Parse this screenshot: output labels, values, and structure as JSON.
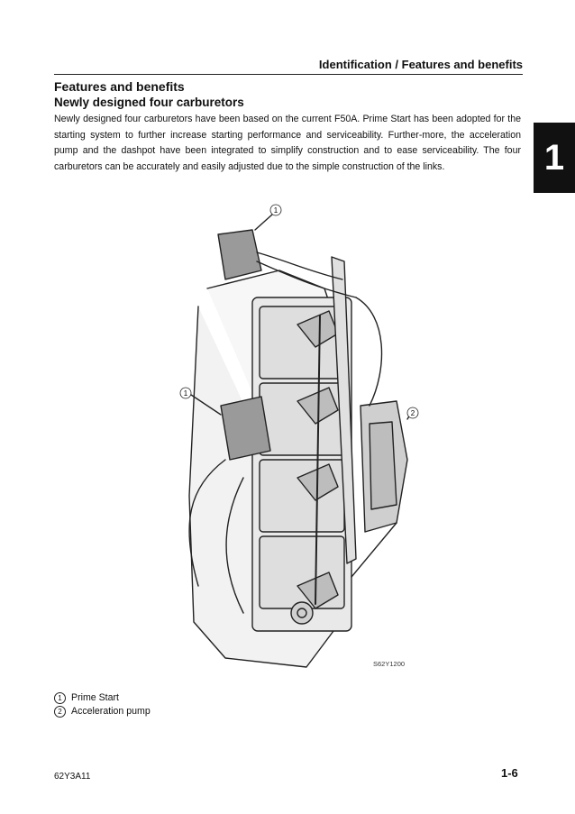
{
  "header": {
    "title": "Identification / Features and benefits"
  },
  "section": {
    "title": "Features and benefits",
    "subtitle": "Newly designed four carburetors",
    "body": "Newly designed four carburetors have been based on the current F50A. Prime Start has been adopted for the starting system to further increase starting performance and serviceability. Further-more, the acceleration pump and the dashpot have been integrated to simplify construction and to ease serviceability. The four carburetors can be accurately and easily adjusted due to the simple construction of the links."
  },
  "chapter_tab": "1",
  "figure": {
    "code": "S62Y1200",
    "callouts": [
      "1",
      "1",
      "2"
    ]
  },
  "legend": [
    {
      "num": "1",
      "label": "Prime Start"
    },
    {
      "num": "2",
      "label": "Acceleration pump"
    }
  ],
  "footer": {
    "doc_id": "62Y3A11",
    "page": "1-6"
  }
}
